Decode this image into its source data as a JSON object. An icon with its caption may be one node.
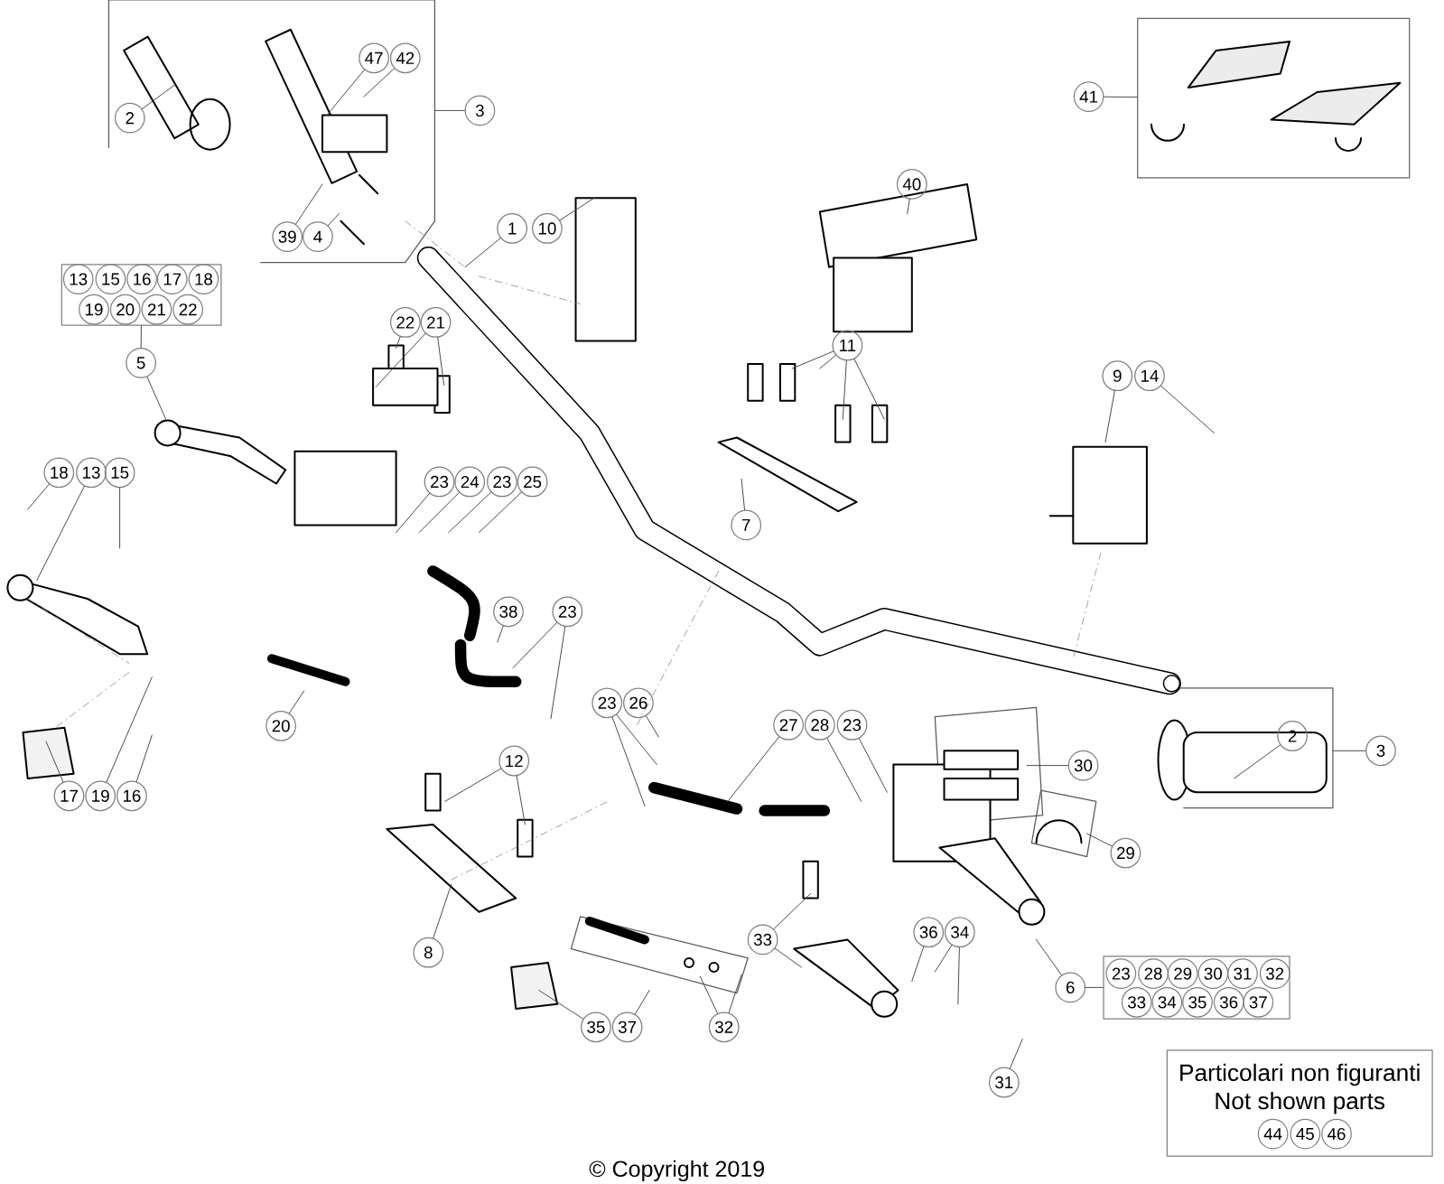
{
  "diagram": {
    "nodes": [
      {
        "text": [
          "2"
        ]
      },
      {
        "text": [
          "47"
        ]
      },
      {
        "text": [
          "42"
        ]
      },
      {
        "text": [
          "3"
        ]
      },
      {
        "text": [
          "39"
        ]
      },
      {
        "text": [
          "4"
        ]
      },
      {
        "text": [
          "41"
        ]
      },
      {
        "text": [],
        "shape": "picture"
      },
      {
        "text": [
          "1"
        ]
      },
      {
        "text": [
          "10"
        ]
      },
      {
        "text": [
          "40"
        ]
      },
      {
        "text": [],
        "shape": "box"
      },
      {
        "text": [
          "13"
        ],
        "in": 11
      },
      {
        "text": [
          "15"
        ],
        "in": 11
      },
      {
        "text": [
          "16"
        ],
        "in": 11
      },
      {
        "text": [
          "17"
        ],
        "in": 11
      },
      {
        "text": [
          "18"
        ],
        "in": 11
      },
      {
        "text": [
          "19"
        ],
        "in": 11
      },
      {
        "text": [
          "20"
        ],
        "in": 11
      },
      {
        "text": [
          "21"
        ],
        "in": 11
      },
      {
        "text": [
          "22"
        ],
        "in": 11
      },
      {
        "text": [
          "5"
        ]
      },
      {
        "text": [
          "22"
        ]
      },
      {
        "text": [
          "21"
        ]
      },
      {
        "text": [
          "11"
        ]
      },
      {
        "text": [
          "9"
        ]
      },
      {
        "text": [
          "14"
        ]
      },
      {
        "text": [
          "18"
        ]
      },
      {
        "text": [
          "13"
        ]
      },
      {
        "text": [
          "15"
        ]
      },
      {
        "text": [
          "23"
        ]
      },
      {
        "text": [
          "24"
        ]
      },
      {
        "text": [
          "23"
        ]
      },
      {
        "text": [
          "25"
        ]
      },
      {
        "text": [
          "7"
        ]
      },
      {
        "text": [
          "38"
        ]
      },
      {
        "text": [
          "23"
        ]
      },
      {
        "text": [
          "23"
        ]
      },
      {
        "text": [
          "26"
        ]
      },
      {
        "text": [
          "20"
        ]
      },
      {
        "text": [
          "27"
        ]
      },
      {
        "text": [
          "28"
        ]
      },
      {
        "text": [
          "23"
        ]
      },
      {
        "text": [
          "2"
        ]
      },
      {
        "text": [
          "3"
        ]
      },
      {
        "text": [
          "12"
        ]
      },
      {
        "text": [
          "30"
        ]
      },
      {
        "text": [
          "17"
        ]
      },
      {
        "text": [
          "19"
        ]
      },
      {
        "text": [
          "16"
        ]
      },
      {
        "text": [
          "29"
        ]
      },
      {
        "text": [
          "36"
        ]
      },
      {
        "text": [
          "34"
        ]
      },
      {
        "text": [
          "33"
        ]
      },
      {
        "text": [
          "8"
        ]
      },
      {
        "text": [],
        "shape": "box"
      },
      {
        "text": [
          "23"
        ],
        "in": 55
      },
      {
        "text": [
          "28"
        ],
        "in": 55
      },
      {
        "text": [
          "29"
        ],
        "in": 55
      },
      {
        "text": [
          "30"
        ],
        "in": 55
      },
      {
        "text": [
          "31"
        ],
        "in": 55
      },
      {
        "text": [
          "32"
        ],
        "in": 55
      },
      {
        "text": [
          "33"
        ],
        "in": 55
      },
      {
        "text": [
          "34"
        ],
        "in": 55
      },
      {
        "text": [
          "35"
        ],
        "in": 55
      },
      {
        "text": [
          "36"
        ],
        "in": 55
      },
      {
        "text": [
          "37"
        ],
        "in": 55
      },
      {
        "text": [
          "6"
        ]
      },
      {
        "text": [
          "35"
        ]
      },
      {
        "text": [
          "37"
        ]
      },
      {
        "text": [
          "32"
        ]
      },
      {
        "text": [
          "31"
        ]
      },
      {
        "text": [
          "Particolari non figuranti",
          "Not shown parts"
        ]
      },
      {
        "text": [
          "44"
        ],
        "in": 72
      },
      {
        "text": [
          "45"
        ],
        "in": 72
      },
      {
        "text": [
          "46"
        ],
        "in": 72
      }
    ],
    "edges": [
      {
        "from": 0,
        "to": null,
        "arrow": "none"
      },
      {
        "from": 1,
        "to": null,
        "arrow": "none"
      },
      {
        "from": 2,
        "to": null,
        "arrow": "none"
      },
      {
        "from": 3,
        "to": null,
        "arrow": "none"
      },
      {
        "from": 4,
        "to": null,
        "arrow": "none"
      },
      {
        "from": 5,
        "to": null,
        "arrow": "none"
      },
      {
        "from": 6,
        "to": 7,
        "arrow": "none"
      },
      {
        "from": 8,
        "to": null,
        "arrow": "none"
      },
      {
        "from": 9,
        "to": null,
        "arrow": "none"
      },
      {
        "from": 10,
        "to": null,
        "arrow": "none"
      },
      {
        "from": 21,
        "to": 11,
        "arrow": "none"
      },
      {
        "from": 21,
        "to": null,
        "arrow": "none"
      },
      {
        "from": 22,
        "to": null,
        "arrow": "none"
      },
      {
        "from": 23,
        "to": null,
        "arrow": "none"
      },
      {
        "from": 23,
        "to": null,
        "arrow": "none"
      },
      {
        "from": 24,
        "to": null,
        "arrow": "none"
      },
      {
        "from": 24,
        "to": null,
        "arrow": "none"
      },
      {
        "from": 24,
        "to": null,
        "arrow": "none"
      },
      {
        "from": 24,
        "to": null,
        "arrow": "none"
      },
      {
        "from": 25,
        "to": null,
        "arrow": "none"
      },
      {
        "from": 26,
        "to": null,
        "arrow": "none"
      },
      {
        "from": 27,
        "to": null,
        "arrow": "none"
      },
      {
        "from": 28,
        "to": null,
        "arrow": "none"
      },
      {
        "from": 29,
        "to": null,
        "arrow": "none"
      },
      {
        "from": 30,
        "to": null,
        "arrow": "none"
      },
      {
        "from": 31,
        "to": null,
        "arrow": "none"
      },
      {
        "from": 32,
        "to": null,
        "arrow": "none"
      },
      {
        "from": 33,
        "to": null,
        "arrow": "none"
      },
      {
        "from": 34,
        "to": null,
        "arrow": "none"
      },
      {
        "from": 35,
        "to": null,
        "arrow": "none"
      },
      {
        "from": 36,
        "to": null,
        "arrow": "none"
      },
      {
        "from": 36,
        "to": null,
        "arrow": "none"
      },
      {
        "from": 37,
        "to": null,
        "arrow": "none"
      },
      {
        "from": 37,
        "to": null,
        "arrow": "none"
      },
      {
        "from": 38,
        "to": null,
        "arrow": "none"
      },
      {
        "from": 39,
        "to": null,
        "arrow": "none"
      },
      {
        "from": 40,
        "to": null,
        "arrow": "none"
      },
      {
        "from": 41,
        "to": null,
        "arrow": "none"
      },
      {
        "from": 42,
        "to": null,
        "arrow": "none"
      },
      {
        "from": 43,
        "to": null,
        "arrow": "none"
      },
      {
        "from": 44,
        "to": null,
        "arrow": "none"
      },
      {
        "from": 45,
        "to": null,
        "arrow": "none"
      },
      {
        "from": 45,
        "to": null,
        "arrow": "none"
      },
      {
        "from": 46,
        "to": null,
        "arrow": "none"
      },
      {
        "from": 47,
        "to": null,
        "arrow": "none"
      },
      {
        "from": 48,
        "to": null,
        "arrow": "none"
      },
      {
        "from": 49,
        "to": null,
        "arrow": "none"
      },
      {
        "from": 50,
        "to": null,
        "arrow": "none"
      },
      {
        "from": 51,
        "to": null,
        "arrow": "none"
      },
      {
        "from": 52,
        "to": null,
        "arrow": "none"
      },
      {
        "from": 52,
        "to": null,
        "arrow": "none"
      },
      {
        "from": 53,
        "to": null,
        "arrow": "none"
      },
      {
        "from": 53,
        "to": null,
        "arrow": "none"
      },
      {
        "from": 54,
        "to": null,
        "arrow": "none"
      },
      {
        "from": 67,
        "to": 55,
        "arrow": "none"
      },
      {
        "from": 67,
        "to": null,
        "arrow": "none"
      },
      {
        "from": 68,
        "to": null,
        "arrow": "none"
      },
      {
        "from": 69,
        "to": null,
        "arrow": "none"
      },
      {
        "from": 70,
        "to": null,
        "arrow": "none"
      },
      {
        "from": 70,
        "to": null,
        "arrow": "none"
      },
      {
        "from": 71,
        "to": null,
        "arrow": "none"
      }
    ],
    "labels": [
      "© Copyright 2019"
    ]
  }
}
